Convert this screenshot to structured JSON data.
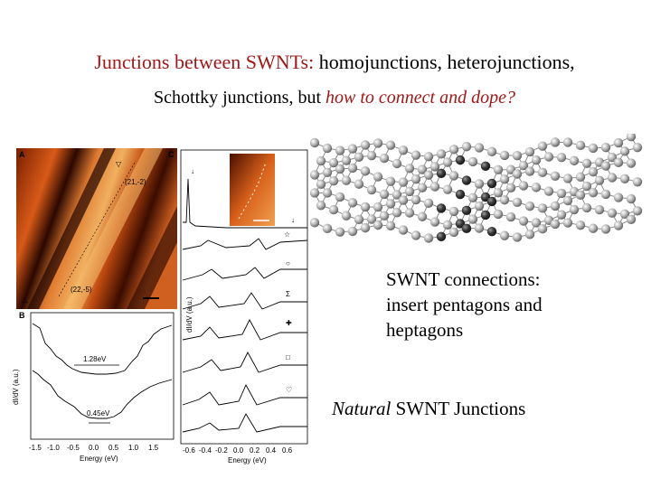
{
  "title": {
    "line1_red": "Junctions between SWNTs:",
    "line1_black": " homojunctions, heterojunctions,",
    "line2_black": "Schottky junctions, but ",
    "line2_red": "how to connect and dope?"
  },
  "figure": {
    "panel_a": "A",
    "panel_b": "B",
    "panel_c": "C",
    "panel_a_label_top": "(21,-2)",
    "panel_a_label_bottom": "(22,-5)",
    "panel_b_gap_top": "1.28eV",
    "panel_b_gap_bottom": "0.45eV",
    "panel_b_ylabel": "dI/dV (a.u.)",
    "panel_b_xlabel": "Energy (eV)",
    "panel_b_ticks": [
      "-1.5",
      "-1.0",
      "-0.5",
      "0.0",
      "0.5",
      "1.0",
      "1.5"
    ],
    "panel_c_ylabel": "dI/dV (a.u.)",
    "panel_c_xlabel": "Energy (eV)",
    "panel_c_ticks": [
      "-0.6",
      "-0.4",
      "-0.2",
      "0.0",
      "0.2",
      "0.4",
      "0.6"
    ]
  },
  "caption": {
    "line1": "SWNT connections:",
    "line2": "insert pentagons and",
    "line3": "heptagons"
  },
  "natural": {
    "italic": "Natural",
    "rest": " SWNT Junctions"
  },
  "colors": {
    "title_red": "#a01818",
    "stm_dark": "#3a0c00",
    "stm_mid": "#c84a10",
    "stm_light": "#f0a050"
  }
}
